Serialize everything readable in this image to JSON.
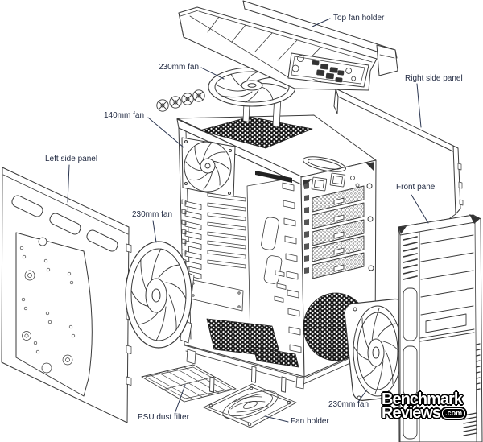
{
  "diagram": {
    "labels": [
      {
        "id": "top-fan-holder",
        "text": "Top fan holder"
      },
      {
        "id": "fan-230-top",
        "text": "230mm fan"
      },
      {
        "id": "right-side-panel",
        "text": "Right side panel"
      },
      {
        "id": "fan-140",
        "text": "140mm fan"
      },
      {
        "id": "left-side-panel",
        "text": "Left side panel"
      },
      {
        "id": "fan-230-left",
        "text": "230mm fan"
      },
      {
        "id": "front-panel",
        "text": "Front panel"
      },
      {
        "id": "psu-dust-filter",
        "text": "PSU dust filter"
      },
      {
        "id": "fan-holder",
        "text": "Fan holder"
      },
      {
        "id": "fan-230-bottom",
        "text": "230mm fan"
      }
    ],
    "watermark": {
      "line1": "Benchmark",
      "line2": "Reviews",
      "tld": ".com"
    },
    "colors": {
      "line": "#3a3a3a",
      "label_text": "#1f2840",
      "mesh": "#161616",
      "background": "#ffffff"
    }
  }
}
